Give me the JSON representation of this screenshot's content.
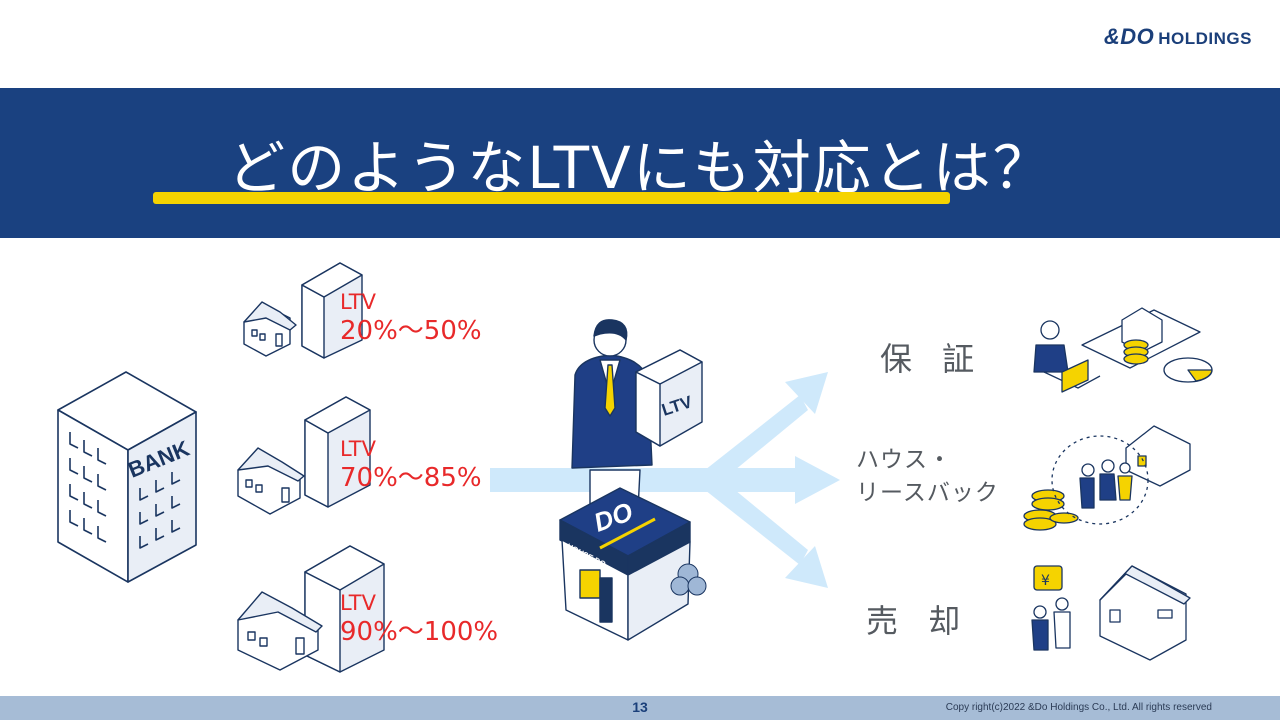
{
  "brand": {
    "mark": "&DO",
    "name": "HOLDINGS"
  },
  "title": "どのようなLTVにも対応とは？",
  "bank": {
    "sign": "BANK"
  },
  "ltv_levels": [
    {
      "label": "LTV",
      "range": "20%〜50%"
    },
    {
      "label": "LTV",
      "range": "70%〜85%"
    },
    {
      "label": "LTV",
      "range": "90%〜100%"
    }
  ],
  "box_label": "LTV",
  "store": {
    "logo": "DO",
    "sign": "HOUSE.DO"
  },
  "options": [
    {
      "label": "保 証"
    },
    {
      "line1": "ハウス・",
      "line2": "リースバック"
    },
    {
      "label": "売 却"
    }
  ],
  "colors": {
    "banner": "#1a4180",
    "accent": "#f5d300",
    "ltv_text": "#e8292a",
    "arrow": "#cfe9fb"
  },
  "footer": {
    "page": "13",
    "copyright": "Copy right(c)2022 &Do Holdings Co., Ltd. All rights reserved"
  }
}
